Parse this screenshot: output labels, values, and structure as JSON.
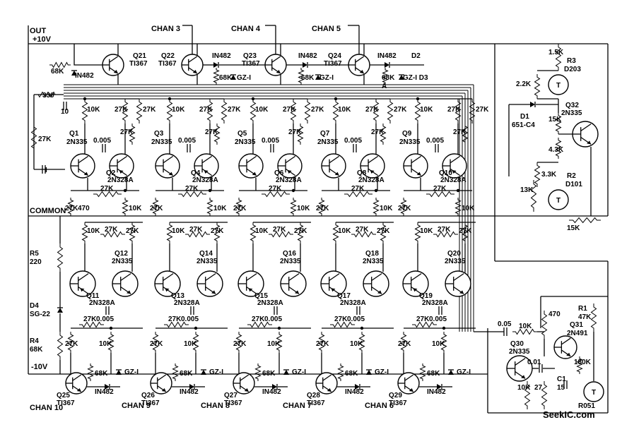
{
  "supply": {
    "out": "OUT",
    "plus": "+10V",
    "minus": "-10V",
    "common": "COMMON"
  },
  "top_channels": [
    "CHAN 3",
    "CHAN 4",
    "CHAN 5"
  ],
  "bottom_channels": [
    "CHAN 10",
    "CHAN 9",
    "CHAN 8",
    "CHAN 7",
    "CHAN 6"
  ],
  "top_switches": [
    {
      "name": "Q21",
      "type": "TI367"
    },
    {
      "name": "Q22",
      "type": "TI367"
    },
    {
      "name": "Q23",
      "type": "TI367"
    },
    {
      "name": "Q24",
      "type": "TI367"
    }
  ],
  "bottom_switches": [
    {
      "name": "Q25",
      "type": "TI367"
    },
    {
      "name": "Q26",
      "type": "TI367"
    },
    {
      "name": "Q27",
      "type": "TI367"
    },
    {
      "name": "Q28",
      "type": "TI367"
    },
    {
      "name": "Q29",
      "type": "TI367"
    }
  ],
  "upper_stages": [
    {
      "qa": "Q1",
      "ta": "2N335",
      "qb": "Q2",
      "tb": "2N328A"
    },
    {
      "qa": "Q3",
      "ta": "2N335",
      "qb": "Q4",
      "tb": "2N328A"
    },
    {
      "qa": "Q5",
      "ta": "2N335",
      "qb": "Q6",
      "tb": "2N328A"
    },
    {
      "qa": "Q7",
      "ta": "2N335",
      "qb": "Q8",
      "tb": "2N328A"
    },
    {
      "qa": "Q9",
      "ta": "2N335",
      "qb": "Q10",
      "tb": "2N328A"
    }
  ],
  "lower_stages": [
    {
      "qa": "Q11",
      "ta": "2N328A",
      "qb": "Q12",
      "tb": "2N335"
    },
    {
      "qa": "Q13",
      "ta": "2N328A",
      "qb": "Q14",
      "tb": "2N335"
    },
    {
      "qa": "Q15",
      "ta": "2N328A",
      "qb": "Q16",
      "tb": "2N335"
    },
    {
      "qa": "Q17",
      "ta": "2N328A",
      "qb": "Q18",
      "tb": "2N335"
    },
    {
      "qa": "Q19",
      "ta": "2N328A",
      "qb": "Q20",
      "tb": "2N335"
    }
  ],
  "values": {
    "r10k": "10K",
    "r27k": "27K",
    "r68k": "68K",
    "r470": "470",
    "r330": "330",
    "c10": "10",
    "c0005": "0.005",
    "c1": "I",
    "diode": "IN482",
    "gz": "GZ-I"
  },
  "left_parts": {
    "r5": "R5",
    "r5v": "220",
    "d4": "D4",
    "d4v": "SG-22",
    "r4": "R4",
    "r4v": "68K"
  },
  "right_upper": {
    "r3": "R3",
    "r3v": "1.5K",
    "d203": "D203",
    "r22k": "2.2K",
    "d1": "D1",
    "d1v": "651-C4",
    "q32": "Q32",
    "q32t": "2N335",
    "r15k": "15K",
    "r43k": "4.3K",
    "r33k": "3.3K",
    "r2": "R2",
    "d101": "D101",
    "r13k": "13K",
    "rb15k": "15K",
    "d2": "D2",
    "d3": "D3",
    "a": "A",
    "gzd3": "GZ-I D3"
  },
  "right_lower": {
    "c005": "0.05",
    "r10k": "10K",
    "r470": "470",
    "r1": "R1",
    "r1v": "47K",
    "q31": "Q31",
    "q31t": "2N491",
    "q30": "Q30",
    "q30t": "2N335",
    "c001": "0.01",
    "r180k": "180K",
    "c1": "C1",
    "c1v": "15",
    "r10kb": "10K",
    "r27": "27",
    "r051": "R051"
  },
  "watermark": "SeekIC.com"
}
